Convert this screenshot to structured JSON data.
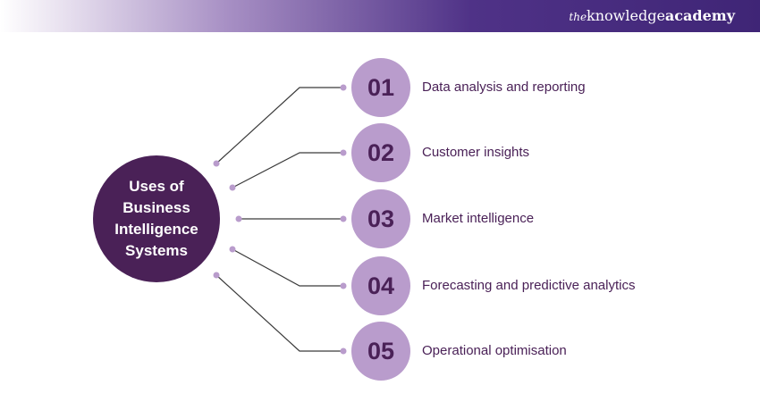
{
  "brand": {
    "prefix": "the",
    "word1": "knowledge",
    "word2": "academy"
  },
  "center": {
    "lines": [
      "Uses of",
      "Business",
      "Intelligence",
      "Systems"
    ]
  },
  "items": [
    {
      "number": "01",
      "label": "Data analysis and reporting"
    },
    {
      "number": "02",
      "label": "Customer insights"
    },
    {
      "number": "03",
      "label": "Market intelligence"
    },
    {
      "number": "04",
      "label": "Forecasting and predictive analytics"
    },
    {
      "number": "05",
      "label": "Operational optimisation"
    }
  ],
  "colors": {
    "center_fill": "#4a2157",
    "number_fill": "#b99ccc",
    "connector": "#3a3a3a",
    "dot": "#b99ccc",
    "text": "#4a2157"
  }
}
